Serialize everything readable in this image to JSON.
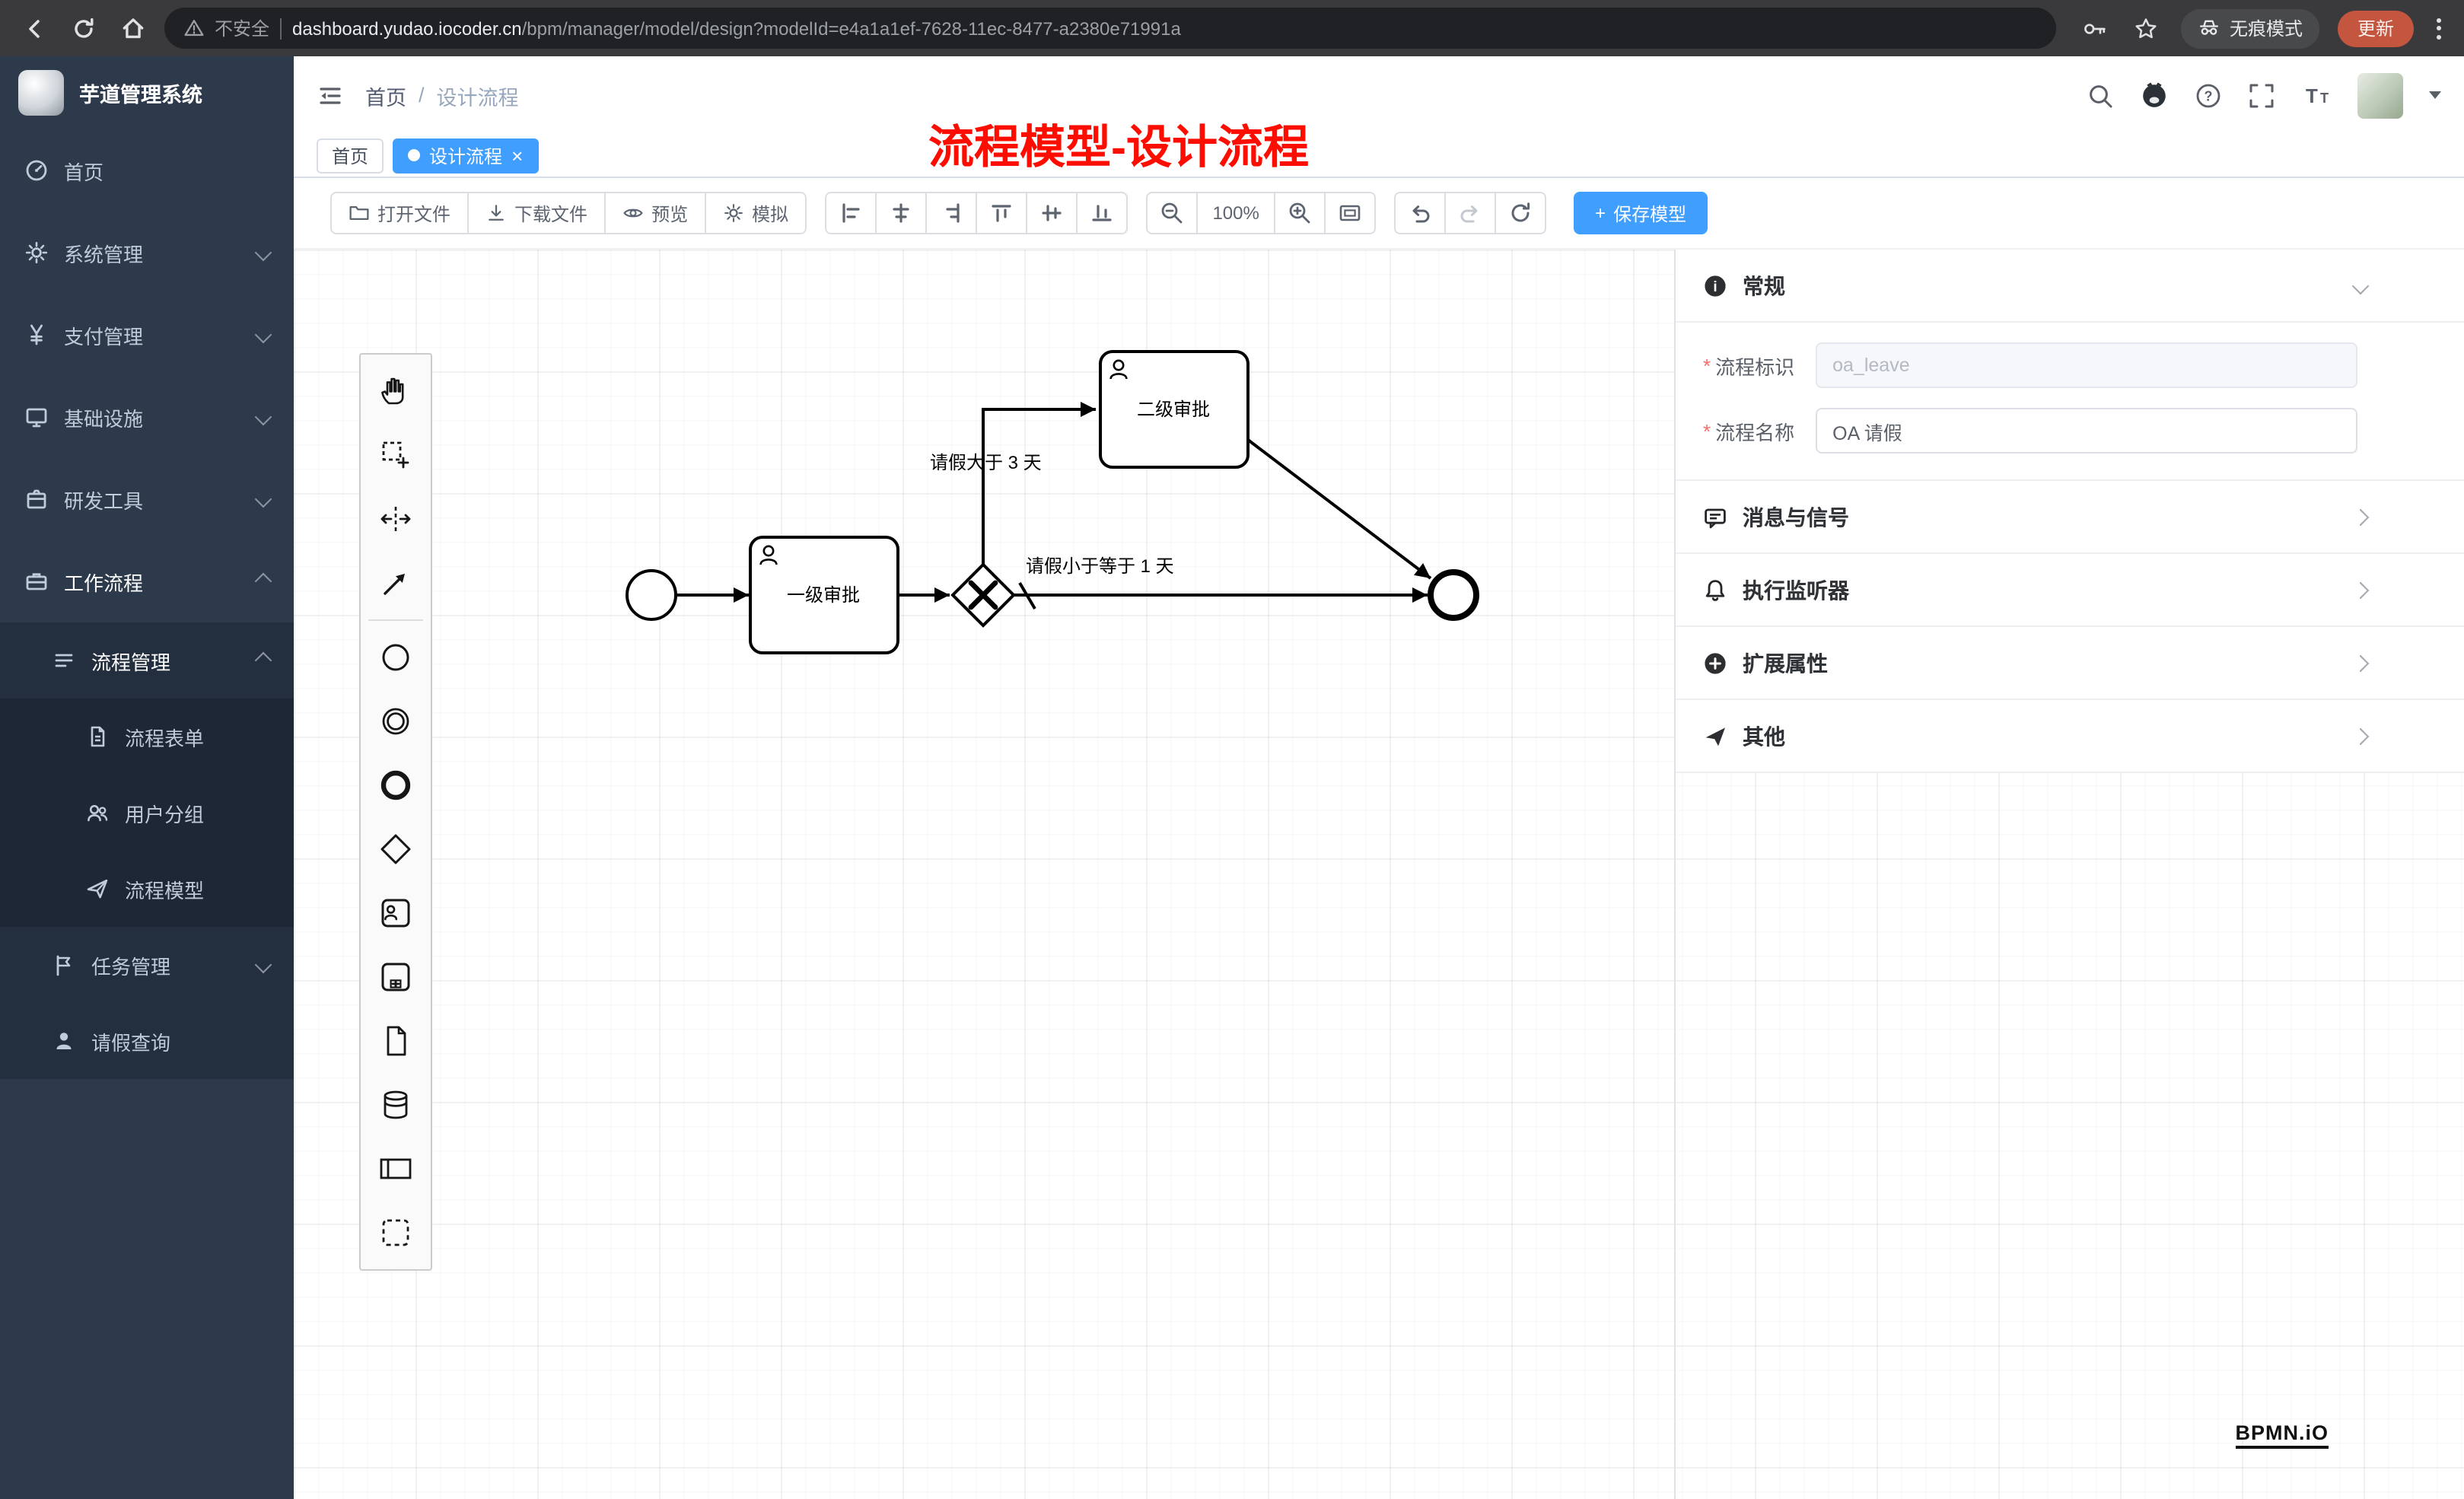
{
  "browser": {
    "security_label": "不安全",
    "url_host": "dashboard.yudao.iocoder.cn",
    "url_path": "/bpm/manager/model/design?modelId=e4a1a1ef-7628-11ec-8477-a2380e71991a",
    "incognito_label": "无痕模式",
    "update_label": "更新"
  },
  "sidebar": {
    "app_title": "芋道管理系统",
    "items": [
      {
        "label": "首页"
      },
      {
        "label": "系统管理"
      },
      {
        "label": "支付管理"
      },
      {
        "label": "基础设施"
      },
      {
        "label": "研发工具"
      },
      {
        "label": "工作流程"
      },
      {
        "label": "流程管理"
      },
      {
        "label": "流程表单"
      },
      {
        "label": "用户分组"
      },
      {
        "label": "流程模型"
      },
      {
        "label": "任务管理"
      },
      {
        "label": "请假查询"
      }
    ]
  },
  "header": {
    "breadcrumb_home": "首页",
    "breadcrumb_separator": "/",
    "breadcrumb_current": "设计流程"
  },
  "tabs": {
    "home": "首页",
    "active": "设计流程",
    "close_glyph": "×"
  },
  "annotation": "流程模型-设计流程",
  "toolbar": {
    "open_file": "打开文件",
    "download_file": "下载文件",
    "preview": "预览",
    "simulate": "模拟",
    "zoom_level": "100%",
    "plus_glyph": "+",
    "save_model": "保存模型"
  },
  "panel": {
    "general": {
      "title": "常规",
      "key_label": "流程标识",
      "key_value": "oa_leave",
      "name_label": "流程名称",
      "name_value": "OA 请假"
    },
    "sections": [
      {
        "label": "消息与信号"
      },
      {
        "label": "执行监听器"
      },
      {
        "label": "扩展属性"
      },
      {
        "label": "其他"
      }
    ]
  },
  "diagram": {
    "task_level1": "一级审批",
    "task_level2": "二级审批",
    "flow_gt3": "请假大于 3 天",
    "flow_lte1": "请假小于等于 1 天"
  },
  "icons": {
    "help_glyph": "?",
    "font_large": "T",
    "font_small": "T",
    "info_glyph": "i"
  },
  "watermark": "BPMN.iO",
  "colors": {
    "accent": "#409eff",
    "annotation": "#fd0d00",
    "update_button": "#c4553f",
    "sidebar_bg": "#2d3a4b"
  }
}
